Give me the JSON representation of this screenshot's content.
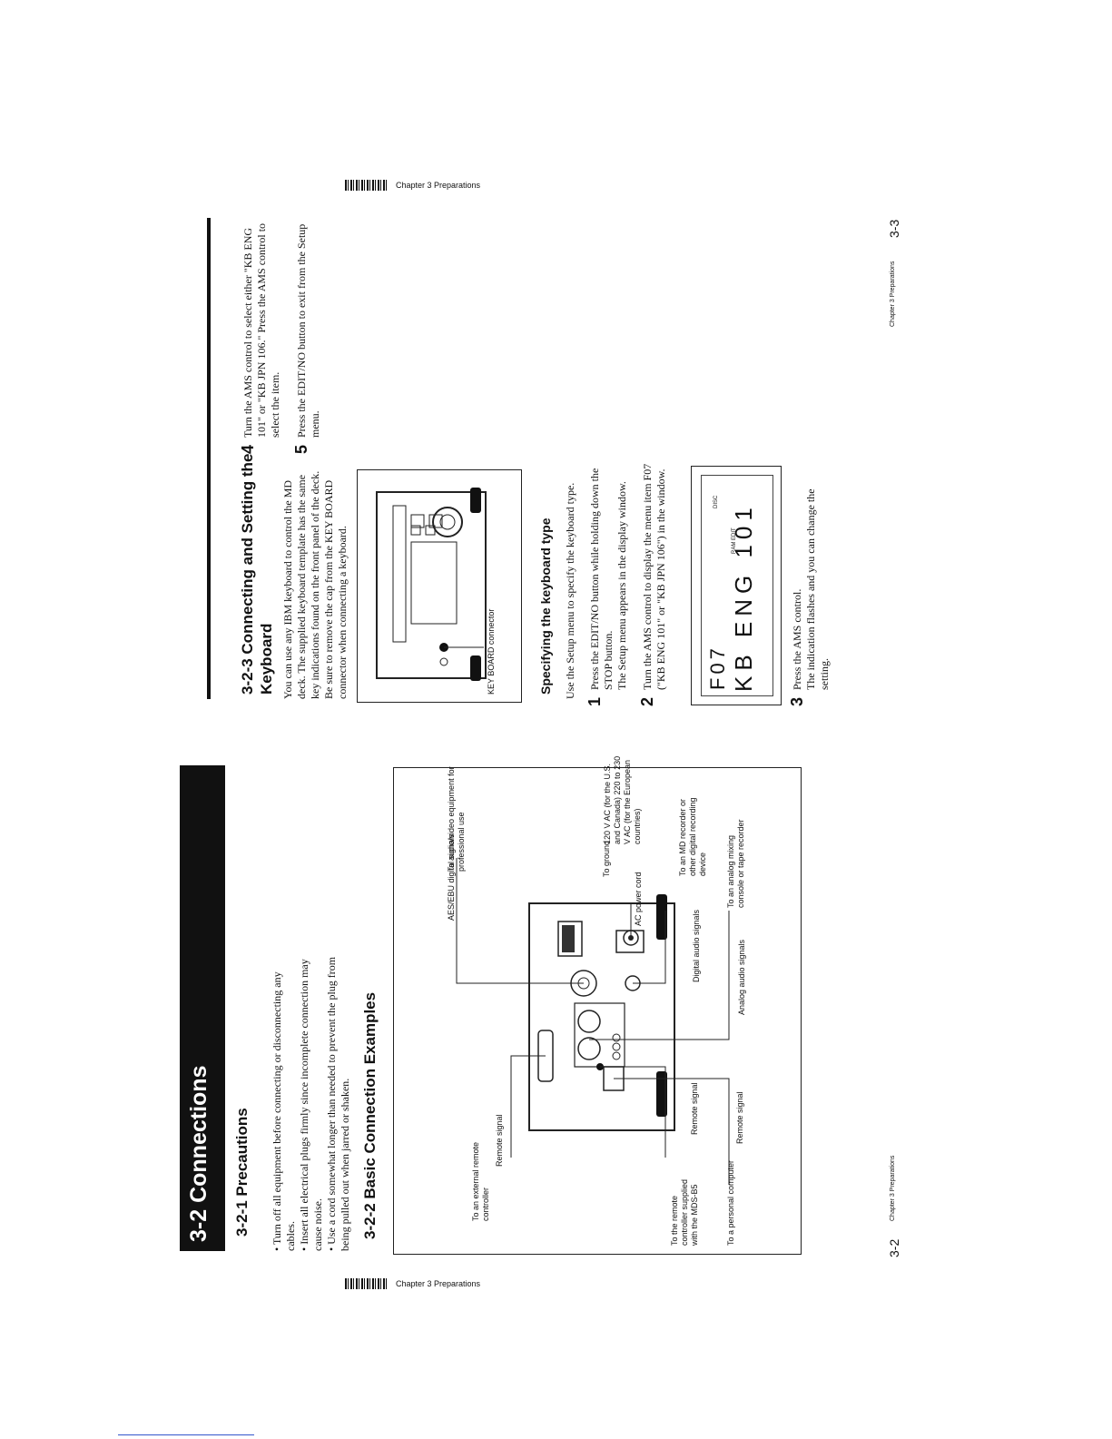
{
  "header": {
    "running_head": "Chapter 3 Preparations"
  },
  "section": {
    "title": "3-2 Connections",
    "color_band": "#111111"
  },
  "precautions": {
    "heading": "3-2-1 Precautions",
    "bullets": [
      "Turn off all equipment before connecting or disconnecting any cables.",
      "Insert all electrical plugs firmly since incomplete connection may cause noise.",
      "Use a cord somewhat longer than needed to prevent the plug from being pulled out when jarred or shaken."
    ]
  },
  "basic": {
    "heading": "3-2-2 Basic Connection Examples",
    "labels": {
      "aes": "AES/EBU digital signals",
      "aes_target": "To audio/video equipment for professional use",
      "ground": "To ground",
      "ac_cord": "AC power cord",
      "ac_voltage": "120 V AC (for the U.S. and Canada) 220 to 230 V AC (for the European countries)",
      "digital": "Digital audio signals",
      "digital_target": "To an MD recorder or other digital recording device",
      "analog": "Analog audio signals",
      "analog_target": "To an analog mixing console or tape recorder",
      "ext_remote": "To an external remote controller",
      "remote_signal_1": "Remote signal",
      "remote_signal_2": "Remote signal",
      "remote_signal_3": "Remote signal",
      "remote_ctrl": "To the remote controller supplied with the MDS-B5",
      "pc": "To a personal computer"
    }
  },
  "keyboard": {
    "heading_line1": "3-2-3 Connecting and Setting the",
    "heading_line2": "Keyboard",
    "body": "You can use any IBM keyboard to control the MD deck. The supplied keyboard template has the same key indications found on the front panel of the deck. Be sure to remove the cap from the KEY BOARD connector when connecting a keyboard.",
    "connector_label": "KEY BOARD connector"
  },
  "specifying": {
    "heading": "Specifying the keyboard type",
    "intro": "Use the Setup menu to specify the keyboard type.",
    "steps": [
      {
        "num": "1",
        "text": "Press the EDIT/NO button while holding down the STOP button.",
        "sub": "The Setup menu appears in the display window."
      },
      {
        "num": "2",
        "text": "Turn the AMS control to display the menu item F07 (\"KB ENG 101\" or \"KB JPN 106\") in the window.",
        "sub": ""
      },
      {
        "num": "3",
        "text": "Press the AMS control.",
        "sub": "The indication flashes and you can change the setting."
      },
      {
        "num": "4",
        "text": "Turn the AMS control to select either \"KB ENG 101\" or \"KB JPN 106.\" Press the AMS control to select the item.",
        "sub": ""
      },
      {
        "num": "5",
        "text": "Press the EDIT/NO button to exit from the Setup menu.",
        "sub": ""
      }
    ],
    "display": {
      "line1": "F07",
      "line2": "KB ENG 101",
      "tag": "RAM EDIT",
      "disc": "DISC"
    }
  },
  "footer": {
    "left_page": "3-2",
    "left_chapter": "Chapter 3  Preparations",
    "right_page": "3-3",
    "right_chapter": "Chapter 3  Preparations"
  }
}
